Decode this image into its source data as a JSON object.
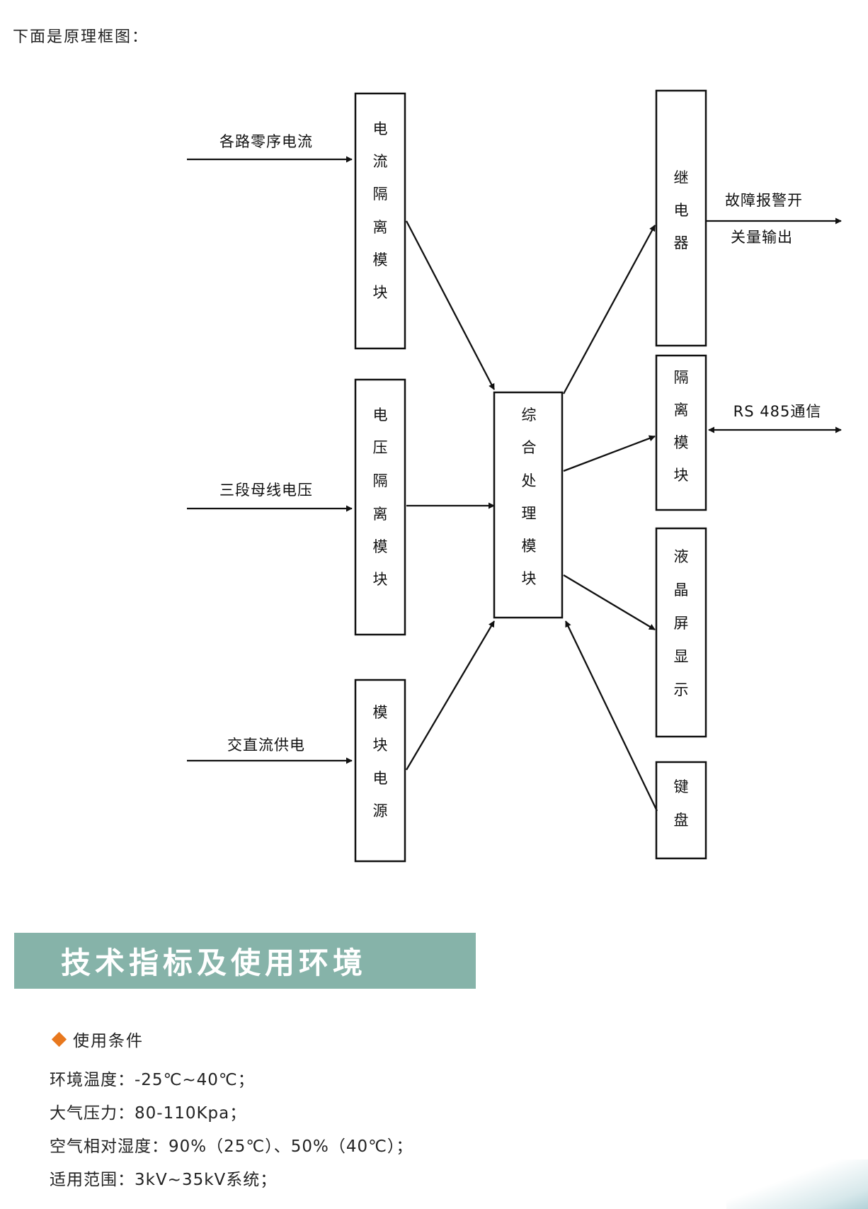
{
  "intro": "下面是原理框图：",
  "diagram": {
    "inputs": {
      "current": "各路零序电流",
      "voltage": "三段母线电压",
      "power": "交直流供电"
    },
    "modules": {
      "current_iso": [
        "电",
        "流",
        "隔",
        "离",
        "模",
        "块"
      ],
      "voltage_iso": [
        "电",
        "压",
        "隔",
        "离",
        "模",
        "块"
      ],
      "power": [
        "模",
        "块",
        "电",
        "源"
      ],
      "processor": [
        "综",
        "合",
        "处",
        "理",
        "模",
        "块"
      ],
      "relay": [
        "继",
        "电",
        "器"
      ],
      "iso": [
        "隔",
        "离",
        "模",
        "块"
      ],
      "lcd": [
        "液",
        "晶",
        "屏",
        "显",
        "示"
      ],
      "keyboard": [
        "键",
        "盘"
      ]
    },
    "outputs": {
      "relay_line1": "故障报警开",
      "relay_line2": "关量输出",
      "comm": "RS 485通信"
    }
  },
  "section": {
    "title": "技术指标及使用环境"
  },
  "conditions": {
    "heading": "使用条件",
    "lines": [
      "环境温度：-25℃~40℃；",
      "大气压力：80-110Kpa；",
      "空气相对湿度：90%（25℃）、50%（40℃）；",
      "适用范围：3kV~35kV系统；"
    ]
  }
}
